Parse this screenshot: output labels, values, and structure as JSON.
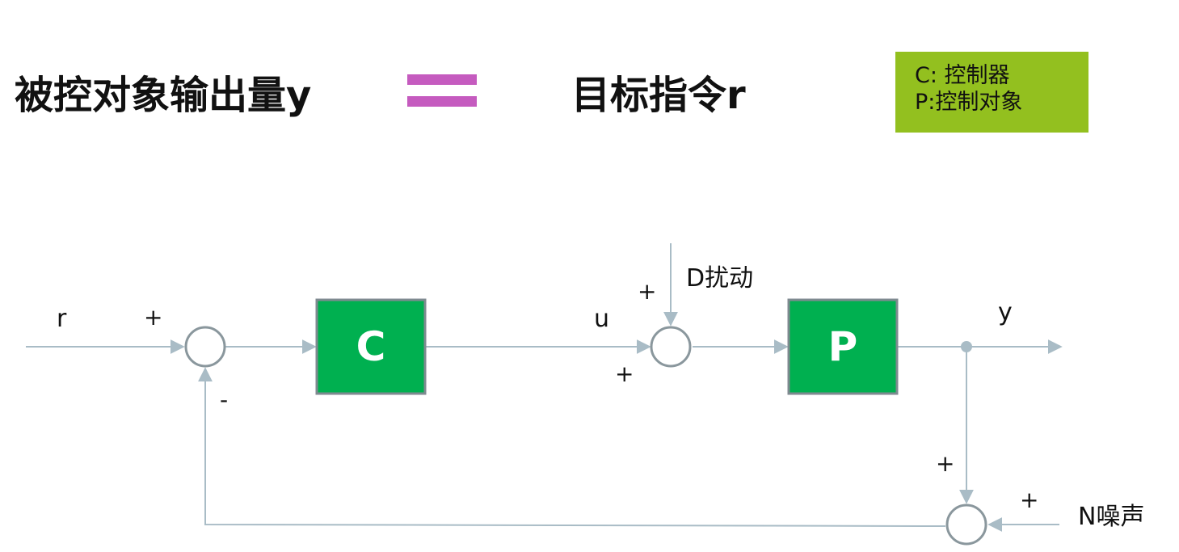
{
  "header": {
    "left_text": "被控对象输出量y",
    "right_text": "目标指令r",
    "equals_color": "#c55bbf"
  },
  "legend": {
    "line1": "C: 控制器",
    "line2": "P:控制对象",
    "background": "#93c01f"
  },
  "diagram": {
    "blocks": {
      "controller": "C",
      "plant": "P",
      "fill": "#00b050"
    },
    "signals": {
      "reference": "r",
      "control": "u",
      "output": "y",
      "disturbance": "D扰动",
      "noise": "N噪声"
    },
    "signs": {
      "sum1_top": "+",
      "sum1_bottom": "-",
      "sum2_top": "+",
      "sum2_bottom": "+",
      "sum3_left": "+",
      "sum3_right": "+"
    },
    "line_color": "#a9bcc6",
    "circle_color": "#8a979d"
  }
}
